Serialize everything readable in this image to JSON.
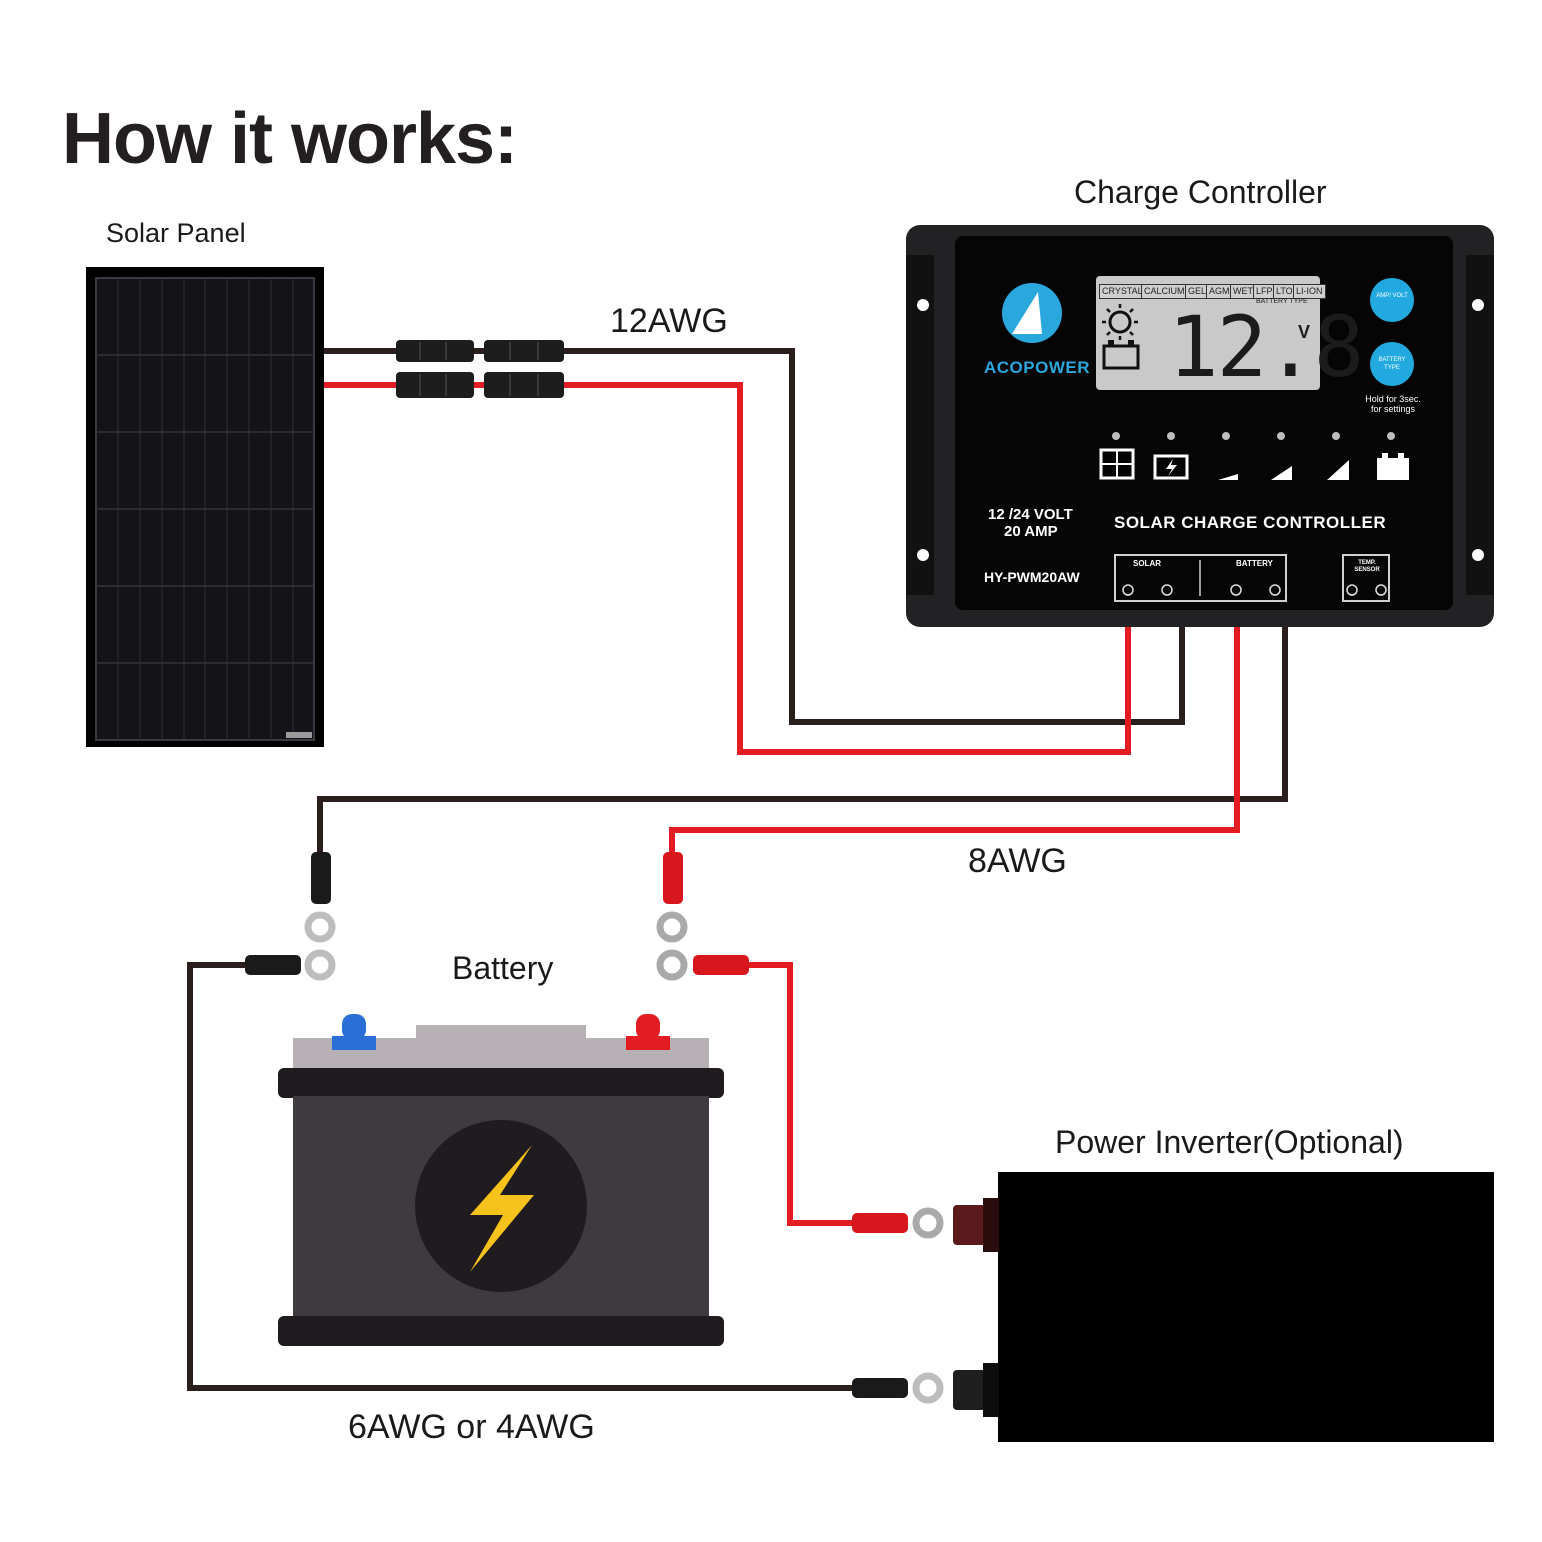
{
  "title": "How it works:",
  "components": {
    "solar_panel": "Solar Panel",
    "charge_controller": "Charge Controller",
    "battery": "Battery",
    "inverter": "Power Inverter(Optional)"
  },
  "wires": {
    "panel_to_controller": "12AWG",
    "controller_to_battery": "8AWG",
    "battery_to_inverter": "6AWG or 4AWG"
  },
  "controller": {
    "brand": "ACOPOWER",
    "voltage": "12 /24 VOLT",
    "amperage": "20 AMP",
    "name": "SOLAR CHARGE CONTROLLER",
    "model": "HY-PWM20AW",
    "reading": "12.8",
    "unit": "V",
    "battery_types": [
      "CRYSTAL",
      "CALCIUM",
      "GEL",
      "AGM",
      "WET",
      "LFP",
      "LTO",
      "LI-ION"
    ],
    "battery_type_header": "BATTERY TYPE",
    "button_amp_volt": "AMP/ VOLT",
    "button_battery_type": "BATTERY TYPE",
    "hold_note": "Hold for 3sec. for settings",
    "terminal_solar": "SOLAR",
    "terminal_battery": "BATTERY",
    "terminal_temp": "TEMP. SENSOR"
  },
  "colors": {
    "positive_wire": "#e31b23",
    "negative_wire": "#2a1f1c",
    "battery_body": "#3f3a40",
    "battery_top": "#b7b1b5",
    "bolt": "#f6c21c",
    "accent_blue": "#2aa7dd"
  }
}
